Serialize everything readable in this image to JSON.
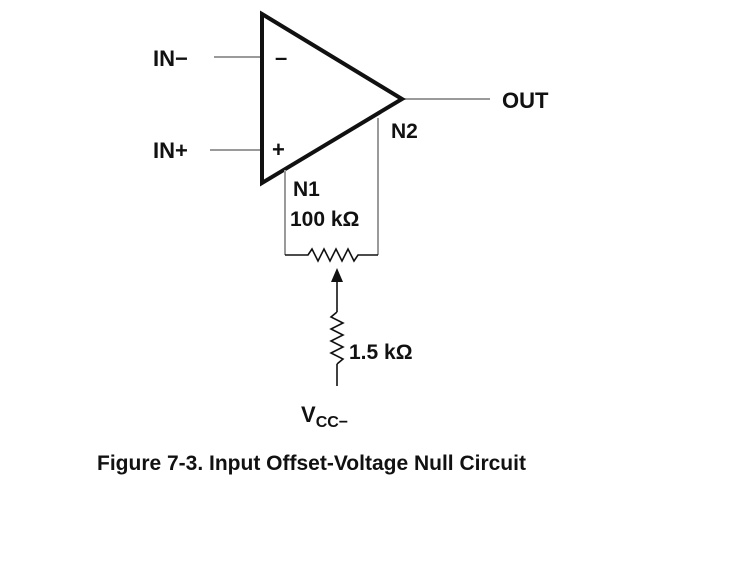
{
  "diagram": {
    "labels": {
      "in_minus": "IN−",
      "in_plus": "IN+",
      "out": "OUT",
      "n1": "N1",
      "n2": "N2",
      "minus_sign": "–",
      "plus_sign": "+",
      "pot_value": "100 kΩ",
      "res_value": "1.5 kΩ",
      "supply_main": "V",
      "supply_sub": "CC−"
    },
    "caption": "Figure 7-3. Input Offset-Voltage Null Circuit"
  },
  "colors": {
    "wire": "#9a9a9a",
    "outline": "#111111",
    "background": "#ffffff"
  }
}
